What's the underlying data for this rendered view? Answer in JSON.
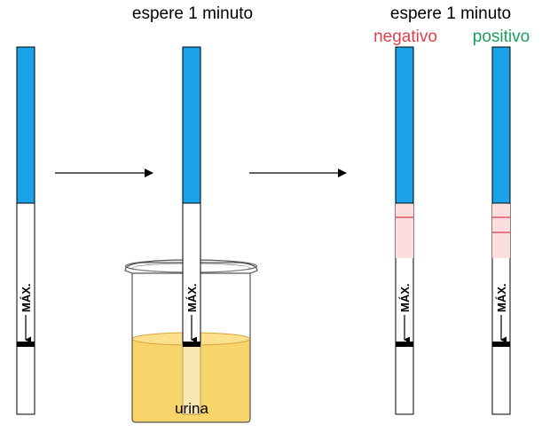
{
  "steps": {
    "wait_step2": "espere 1 minuto",
    "wait_step3": "espere 1 minuto"
  },
  "results": {
    "negative_label": "negativo",
    "negative_color": "#e0404a",
    "positive_label": "positivo",
    "positive_color": "#1aa05a"
  },
  "strip": {
    "max_label": "MÁX.",
    "handle_color": "#1aa3e8",
    "test_zone_color": "#fddede",
    "line_color": "#e05566"
  },
  "beaker": {
    "liquid_label": "urina",
    "liquid_color": "#f8d56a"
  },
  "icons": [
    "right-arrow-icon",
    "max-line-arrow-icon",
    "beaker-icon"
  ]
}
